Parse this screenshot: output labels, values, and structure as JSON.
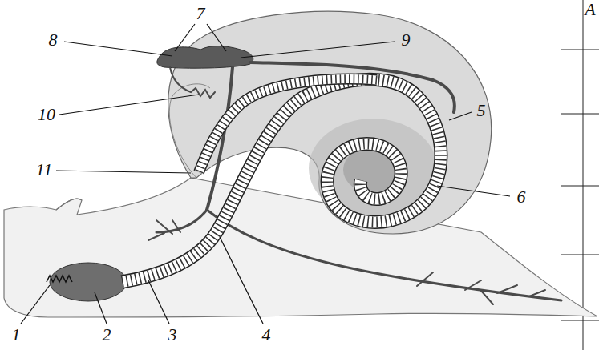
{
  "diagram": {
    "labels": [
      "7",
      "A",
      "8",
      "9",
      "10",
      "5",
      "11",
      "6",
      "1",
      "2",
      "3",
      "4"
    ]
  }
}
